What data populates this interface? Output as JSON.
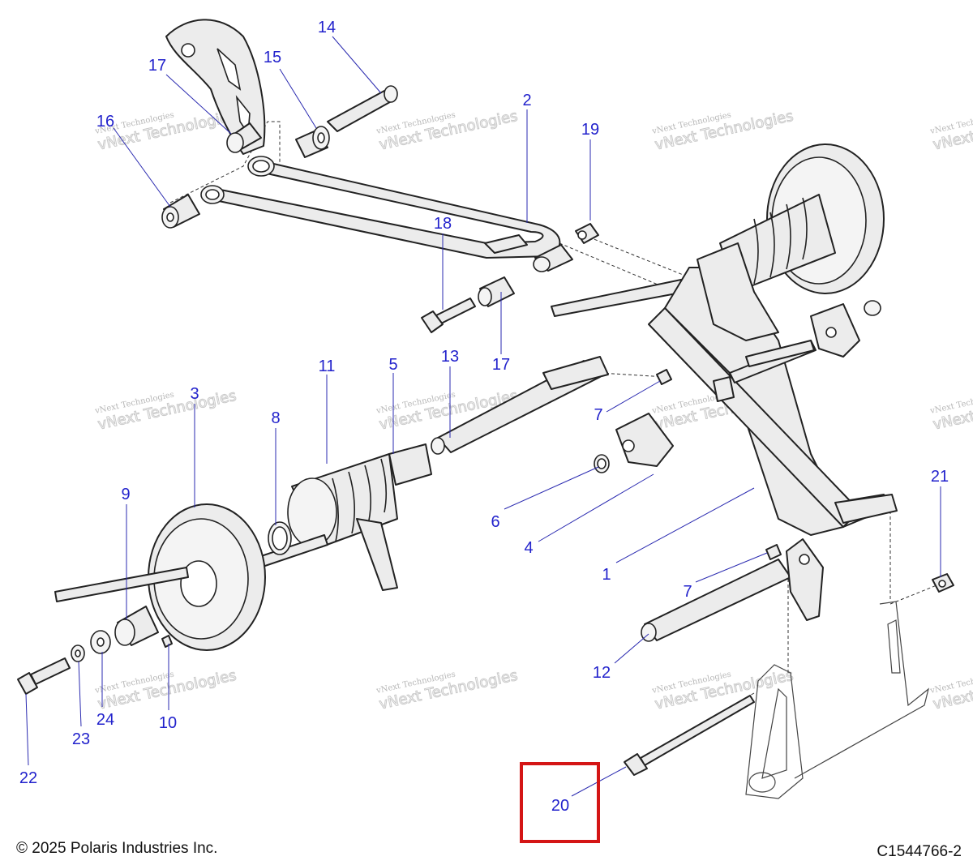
{
  "callouts": [
    "1",
    "2",
    "3",
    "4",
    "5",
    "6",
    "7",
    "7",
    "8",
    "9",
    "10",
    "11",
    "12",
    "13",
    "14",
    "15",
    "16",
    "17",
    "17",
    "18",
    "19",
    "20",
    "21",
    "22",
    "23",
    "24"
  ],
  "highlighted_callout": "20",
  "watermark": {
    "line1": "vNext Technologies",
    "line2": "vNext Technologies"
  },
  "footer": {
    "copyright": "© 2025 Polaris Industries Inc.",
    "drawing_id": "C1544766-2"
  },
  "colors": {
    "callout": "#2222cc",
    "highlight": "#d41515",
    "part_fill": "#ececec",
    "outline": "#222222"
  }
}
